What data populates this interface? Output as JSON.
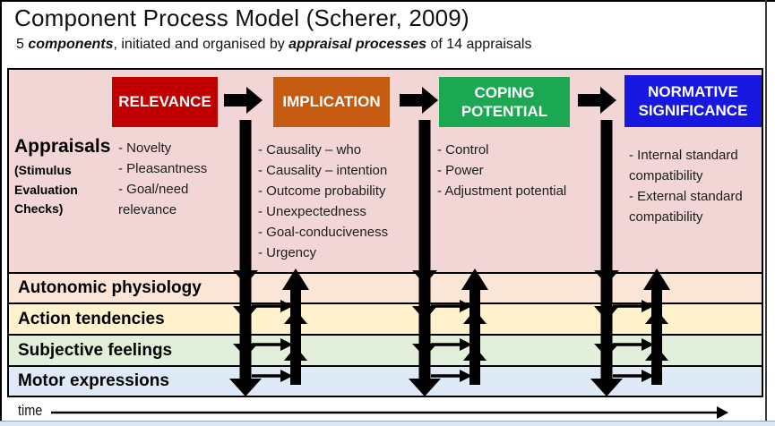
{
  "title": "Component Process Model (Scherer, 2009)",
  "subtitle": {
    "prefix": "5 ",
    "emphasis_1": "components",
    "middle": ", initiated and organised by ",
    "emphasis_2": "appraisal processes",
    "suffix": " of 14 appraisals"
  },
  "appraisals_header": {
    "title": "Appraisals",
    "subtitle": "(Stimulus Evaluation Checks)"
  },
  "stages": [
    {
      "label": "RELEVANCE",
      "color": "#C00000",
      "appraisals": [
        "- Novelty",
        "- Pleasantness",
        "- Goal/need relevance"
      ]
    },
    {
      "label": "IMPLICATION",
      "color": "#C55A11",
      "appraisals": [
        "- Causality – who",
        "- Causality – intention",
        "- Outcome probability",
        "- Unexpectedness",
        "- Goal-conduciveness",
        "- Urgency"
      ]
    },
    {
      "label": "COPING POTENTIAL",
      "color": "#1CA853",
      "appraisals": [
        "- Control",
        "- Power",
        "- Adjustment potential"
      ]
    },
    {
      "label": "NORMATIVE SIGNIFICANCE",
      "color": "#1717E0",
      "appraisals": [
        "- Internal standard compatibility",
        "- External standard compatibility"
      ]
    }
  ],
  "component_rows": [
    {
      "label": "Autonomic physiology",
      "color": "#FBE5D6"
    },
    {
      "label": "Action tendencies",
      "color": "#FFF2CC"
    },
    {
      "label": "Subjective feelings",
      "color": "#E2EFDA"
    },
    {
      "label": "Motor expressions",
      "color": "#DEEBF7"
    }
  ],
  "timeline": {
    "label": "time"
  },
  "colors": {
    "appraisal_area_bg": "#F2D6D6",
    "arrow": "#000000"
  }
}
